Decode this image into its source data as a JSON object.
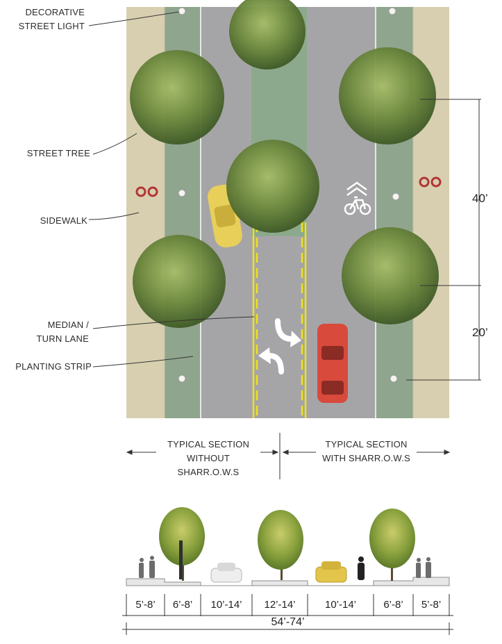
{
  "labels": {
    "street_light": [
      "DECORATIVE",
      "STREET LIGHT"
    ],
    "street_tree": "STREET TREE",
    "sidewalk": "SIDEWALK",
    "median": [
      "MEDIAN /",
      "TURN LANE"
    ],
    "planting_strip": "PLANTING STRIP"
  },
  "dimensions": {
    "spacing_40": "40’",
    "spacing_20": "20’"
  },
  "sections": {
    "without": [
      "TYPICAL SECTION",
      "WITHOUT",
      "SHARR.O.W.S"
    ],
    "with": [
      "TYPICAL SECTION",
      "WITH SHARR.O.W.S"
    ]
  },
  "cross_section": {
    "segments": [
      "5’-8’",
      "6’-8’",
      "10’-14’",
      "12’-14’",
      "10’-14’",
      "6’-8’",
      "5’-8’"
    ],
    "total": "54’-74’"
  },
  "colors": {
    "sidewalk": "#d8cfb0",
    "planting_strip": "#8fa58d",
    "roadway": "#a5a5a7",
    "median_center": "#8da98d",
    "lane_line": "#f1e21a",
    "tree": "#6f8b3e",
    "car_yellow": "#e8cf5a",
    "car_red": "#d84a3c"
  }
}
